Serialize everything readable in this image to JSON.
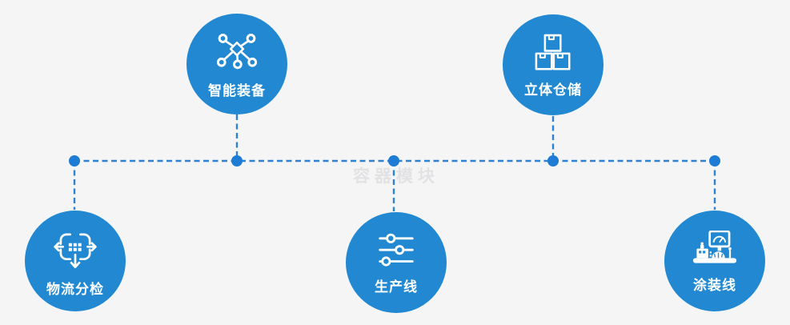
{
  "watermark": "容器模块",
  "diagram": {
    "nodes": [
      {
        "label": "智能装备",
        "icon": "network-nodes-icon"
      },
      {
        "label": "立体仓储",
        "icon": "stacked-boxes-icon"
      },
      {
        "label": "物流分检",
        "icon": "sorting-crosshair-icon"
      },
      {
        "label": "生产线",
        "icon": "sliders-icon"
      },
      {
        "label": "涂装线",
        "icon": "coating-machine-icon"
      }
    ],
    "colors": {
      "circle_blue": "#2288d1",
      "dash_blue": "#2f82d2",
      "dot_blue": "#1e7cd4",
      "background": "#f5f5f6",
      "label_white": "#ffffff",
      "watermark_gray": "#e2e2e4"
    }
  }
}
